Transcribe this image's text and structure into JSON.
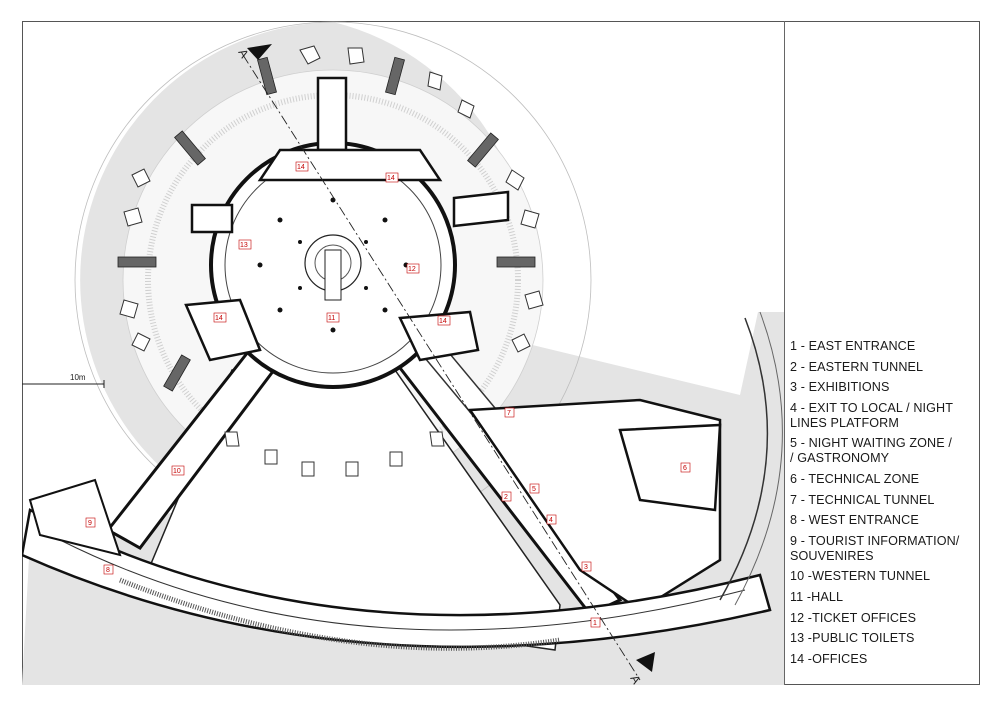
{
  "plan": {
    "scale_label": "10m",
    "section_marker": "A",
    "room_labels": [
      {
        "id": "1",
        "text": "1"
      },
      {
        "id": "2",
        "text": "2"
      },
      {
        "id": "3",
        "text": "3"
      },
      {
        "id": "4",
        "text": "4"
      },
      {
        "id": "5",
        "text": "5"
      },
      {
        "id": "6",
        "text": "6"
      },
      {
        "id": "7",
        "text": "7"
      },
      {
        "id": "8",
        "text": "8"
      },
      {
        "id": "9",
        "text": "9"
      },
      {
        "id": "10",
        "text": "10"
      },
      {
        "id": "11",
        "text": "11"
      },
      {
        "id": "12",
        "text": "12"
      },
      {
        "id": "13",
        "text": "13"
      },
      {
        "id": "14a",
        "text": "14"
      },
      {
        "id": "14b",
        "text": "14"
      },
      {
        "id": "14c",
        "text": "14"
      },
      {
        "id": "14d",
        "text": "14"
      }
    ],
    "colors": {
      "ground": "#e3e3e3",
      "wall": "#111111",
      "label": "#c40000",
      "skylight": "#555555"
    }
  },
  "legend": {
    "items": [
      "1 - EAST ENTRANCE",
      "2 - EASTERN TUNNEL",
      "3 - EXHIBITIONS",
      "4 - EXIT TO LOCAL / NIGHT\n      LINES PLATFORM",
      "5 - NIGHT WAITING ZONE /\n      / GASTRONOMY",
      "6 - TECHNICAL ZONE",
      "7 - TECHNICAL TUNNEL",
      "8 - WEST ENTRANCE",
      "9 - TOURIST INFORMATION/\n      SOUVENIRES",
      "10 -WESTERN TUNNEL",
      "11 -HALL",
      "12 -TICKET OFFICES",
      "13 -PUBLIC TOILETS",
      "14 -OFFICES"
    ]
  }
}
